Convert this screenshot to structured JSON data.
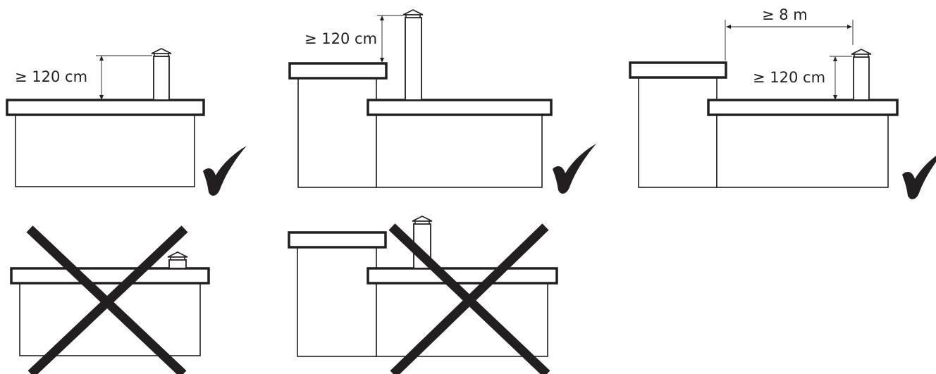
{
  "colors": {
    "line": "#231f20",
    "background": "#ffffff"
  },
  "panels": [
    {
      "id": "p1",
      "verdict": "correct",
      "icon": "checkmark-icon",
      "labels": {
        "height": "≥ 120 cm"
      }
    },
    {
      "id": "p2",
      "verdict": "correct",
      "icon": "checkmark-icon",
      "labels": {
        "height": "≥ 120 cm"
      }
    },
    {
      "id": "p3",
      "verdict": "correct",
      "icon": "checkmark-icon",
      "labels": {
        "height": "≥ 120 cm",
        "distance": "≥ 8 m"
      }
    },
    {
      "id": "p4",
      "verdict": "incorrect",
      "icon": "cross-icon"
    },
    {
      "id": "p5",
      "verdict": "incorrect",
      "icon": "cross-icon"
    }
  ]
}
